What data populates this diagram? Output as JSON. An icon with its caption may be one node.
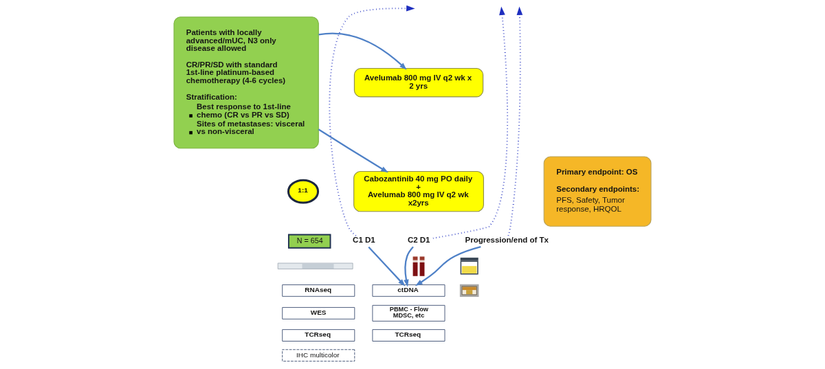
{
  "diagram": {
    "nodes": [
      {
        "text": [
          "Patients with locally advanced/mUC, N3 only disease allowed",
          "CR/PR/SD with standard 1st-line platinum-based chemotherapy (4-6 cycles)",
          "Stratification:",
          "Best response to 1st-line chemo (CR vs PR vs SD)",
          "Sites of metastases: visceral vs non-visceral"
        ]
      },
      {
        "text": [
          "Avelumab 800 mg IV q2 wk x 2 yrs"
        ]
      },
      {
        "text": [
          "1:1"
        ]
      },
      {
        "text": [
          "Cabozantinib 40 mg PO daily + Avelumab 800 mg IV q2 wk x2yrs"
        ]
      },
      {
        "text": [
          "N = 654"
        ]
      },
      {
        "text": [
          "Primary endpoint: OS",
          "Secondary endpoints:",
          "PFS, Safety, Tumor response, HRQOL"
        ]
      },
      {
        "text": [
          "C1 D1"
        ]
      },
      {
        "text": [
          "C2 D1"
        ]
      },
      {
        "text": [
          "Progression/end of Tx"
        ]
      },
      {
        "text": [],
        "shape": "picture"
      },
      {
        "text": [],
        "shape": "picture"
      },
      {
        "text": [
          "RNAseq"
        ]
      },
      {
        "text": [
          "WES"
        ]
      },
      {
        "text": [
          "TCRseq"
        ]
      },
      {
        "text": [
          "IHC multicolor"
        ]
      },
      {
        "text": [
          "ctDNA"
        ]
      },
      {
        "text": [
          "PBMC - Flow MDSC, etc"
        ]
      },
      {
        "text": [
          "TCRseq"
        ]
      },
      {
        "text": [],
        "shape": "picture"
      },
      {
        "text": [],
        "shape": "picture"
      }
    ],
    "edges": [
      {
        "from": 0,
        "to": 1,
        "arrow": "to"
      },
      {
        "from": 0,
        "to": 3,
        "arrow": "to"
      },
      {
        "from": 6,
        "to": null,
        "arrow": "to",
        "style": "dashed",
        "color": "#1f2fbf"
      },
      {
        "from": 7,
        "to": null,
        "arrow": "to",
        "style": "dashed",
        "color": "#1f2fbf"
      },
      {
        "from": 8,
        "to": null,
        "arrow": "to",
        "style": "dashed",
        "color": "#1f2fbf"
      },
      {
        "from": 6,
        "to": 15,
        "arrow": "to"
      },
      {
        "from": 7,
        "to": 15,
        "arrow": "to"
      },
      {
        "from": 8,
        "to": 15,
        "arrow": "to"
      }
    ]
  }
}
